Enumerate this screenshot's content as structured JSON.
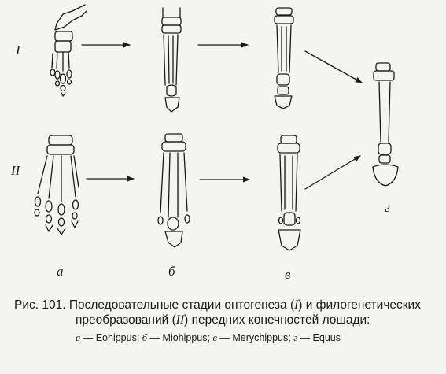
{
  "row_labels": {
    "ontogenesis": "I",
    "phylogenesis": "II"
  },
  "column_labels": {
    "a": "а",
    "b": "б",
    "v": "в",
    "g": "г"
  },
  "caption": {
    "line1_prefix": "Рис. 101. Последовательные стадии онтогенеза (",
    "line1_italic": "I",
    "line1_suffix": ") и филогенетических",
    "line2_prefix": "преобразований (",
    "line2_italic": "II",
    "line2_suffix": ") передних конечностей лошади:",
    "legend": [
      {
        "letter": "а",
        "name": "Eohippus"
      },
      {
        "letter": "б",
        "name": "Miohippus"
      },
      {
        "letter": "в",
        "name": "Merychippus"
      },
      {
        "letter": "г",
        "name": "Equus"
      }
    ]
  }
}
